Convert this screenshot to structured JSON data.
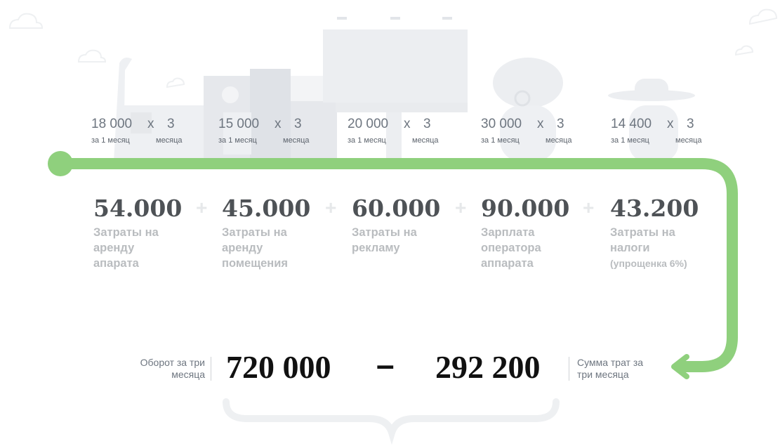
{
  "colors": {
    "line": "#8fd07d",
    "big_number": "#4e5256",
    "muted": "#b9bcbf",
    "illustration": "#eceef1"
  },
  "icons": [
    "lamp-post-illustration",
    "building-illustration",
    "billboard-illustration",
    "operator-headset-illustration",
    "hat-person-illustration",
    "cloud-icon",
    "curly-brace"
  ],
  "calcs": [
    {
      "amount": "18 000",
      "x": "x",
      "qty": "3",
      "per": "за 1 месяц",
      "unit": "месяца"
    },
    {
      "amount": "15 000",
      "x": "x",
      "qty": "3",
      "per": "за 1 месяц",
      "unit": "месяца"
    },
    {
      "amount": "20 000",
      "x": "x",
      "qty": "3",
      "per": "за 1 месяц",
      "unit": "месяца"
    },
    {
      "amount": "30 000",
      "x": "x",
      "qty": "3",
      "per": "за 1 месяц",
      "unit": "месяца"
    },
    {
      "amount": "14 400",
      "x": "x",
      "qty": "3",
      "per": "за 1 месяц",
      "unit": "месяца"
    }
  ],
  "costs": [
    {
      "value": "54.000",
      "l1": "Затраты на",
      "l2": "аренду",
      "l3": "апарата",
      "note": ""
    },
    {
      "value": "45.000",
      "l1": "Затраты на",
      "l2": "аренду",
      "l3": "помещения",
      "note": ""
    },
    {
      "value": "60.000",
      "l1": "Затраты на",
      "l2": "рекламу",
      "l3": "",
      "note": ""
    },
    {
      "value": "90.000",
      "l1": "Зарплата",
      "l2": "оператора",
      "l3": "аппарата",
      "note": ""
    },
    {
      "value": "43.200",
      "l1": "Затраты на",
      "l2": "налоги",
      "l3": "",
      "note": "(упрощенка 6%)"
    }
  ],
  "plus": "+",
  "summary": {
    "turnover_l1": "Оборот за три",
    "turnover_l2": "месяца",
    "turnover": "720 000",
    "minus": "–",
    "expenses": "292 200",
    "expenses_l1": "Сумма трат за",
    "expenses_l2": "три месяца"
  }
}
